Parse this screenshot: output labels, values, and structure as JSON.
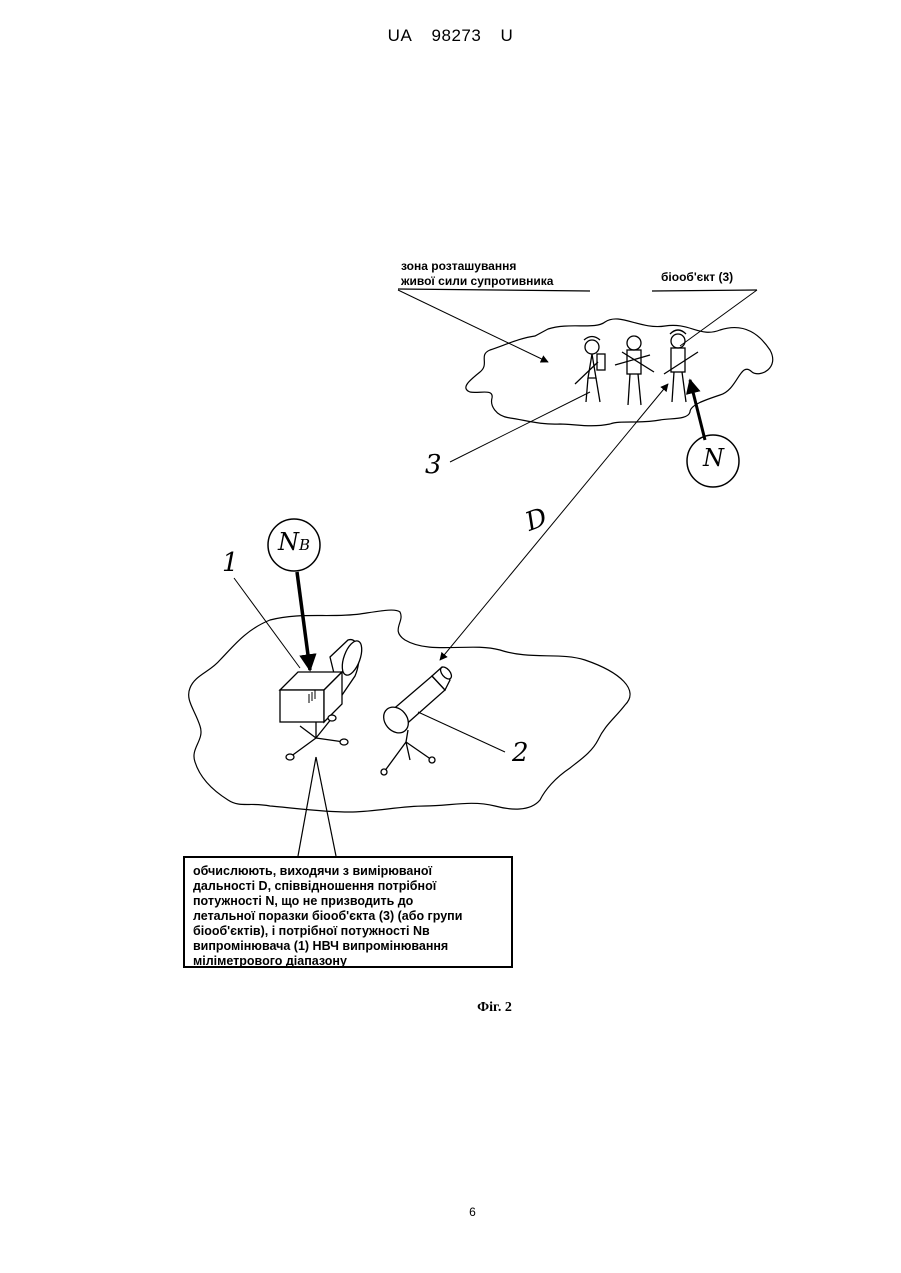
{
  "header": {
    "country": "UA",
    "number": "98273",
    "kind": "U"
  },
  "figure": {
    "zone_label_lines": [
      "зона розташування",
      "живої сили супротивника"
    ],
    "bioobject_label": "біооб'єкт (3)",
    "numerals": {
      "one": "1",
      "two": "2",
      "three": "3"
    },
    "symbols": {
      "power": "N",
      "emitter_power_main": "N",
      "emitter_power_sub": "B",
      "distance": "D"
    },
    "calc_box_lines": [
      "обчислюють, виходячи з вимірюваної",
      "дальності D, співвідношення потрібної",
      "потужності N, що не призводить до",
      "летальної поразки біооб'єкта (3) (або групи",
      "біооб'єктів), і потрібної потужності Nв",
      "випромінювача (1) НВЧ випромінювання",
      "міліметрового діапазону"
    ],
    "caption": "Фіг. 2"
  },
  "page_number": "6"
}
